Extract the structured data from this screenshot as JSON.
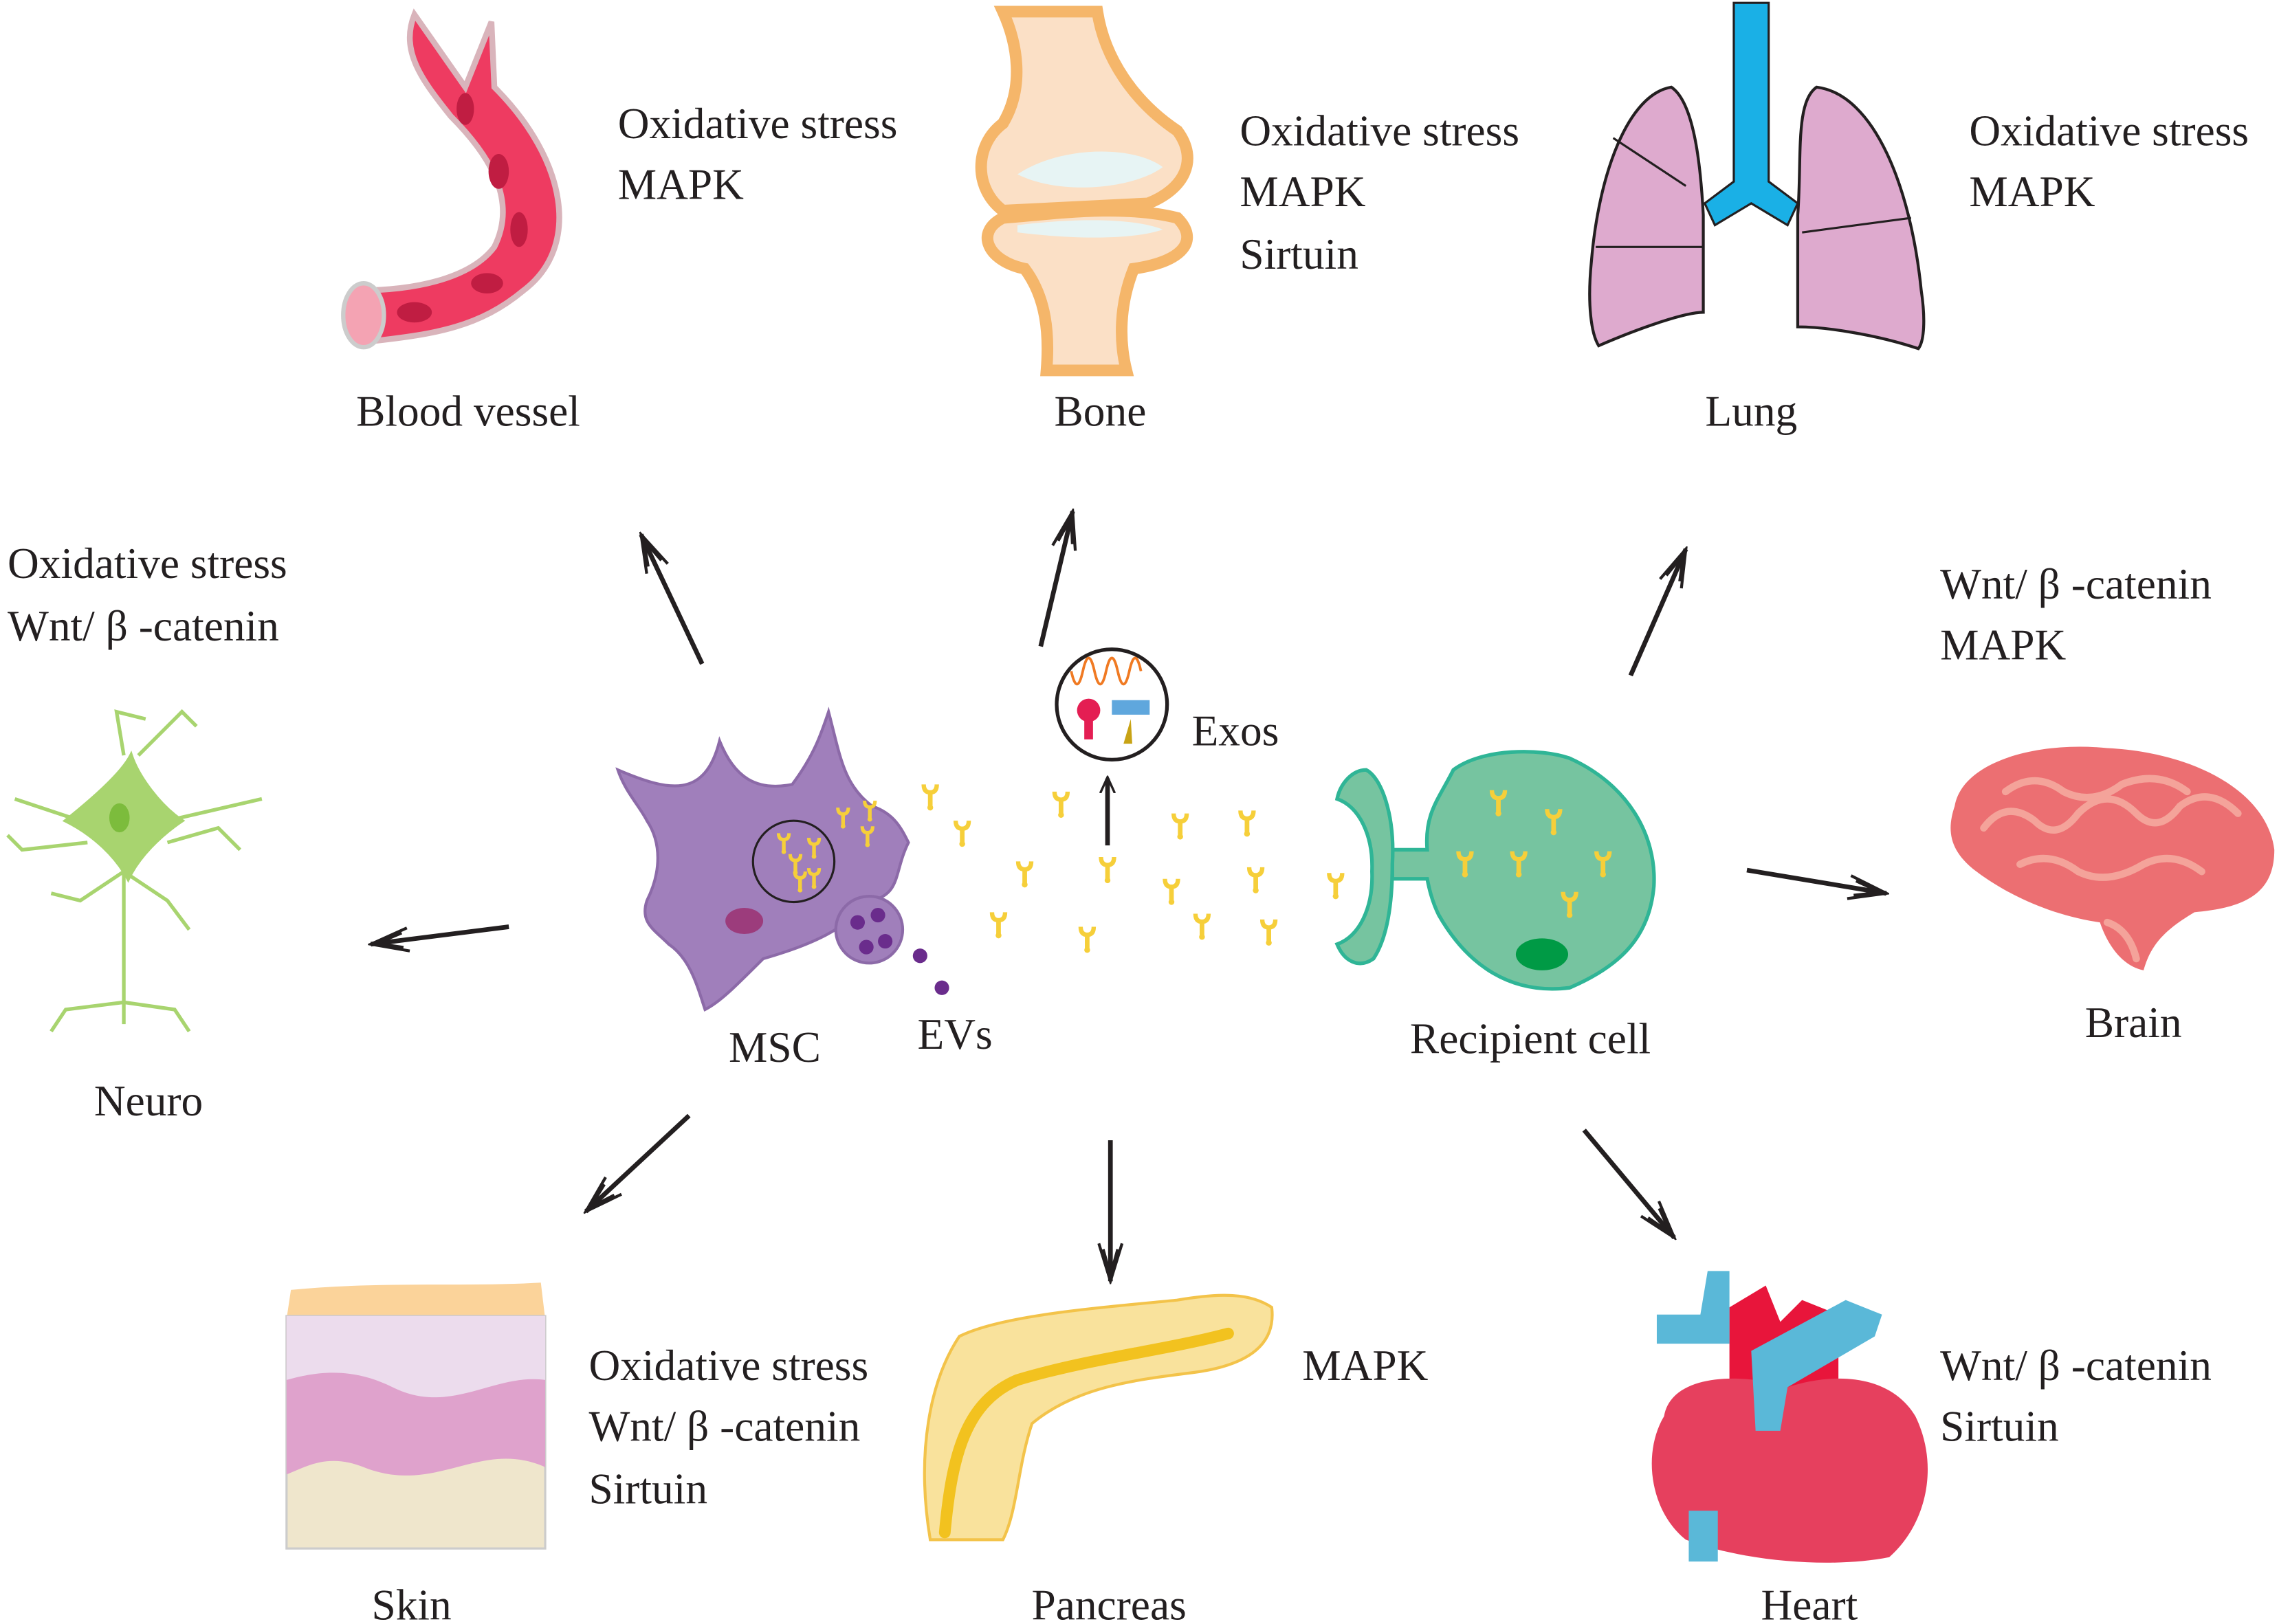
{
  "title": "MSC-derived EVs signaling pathways in target organs",
  "center": {
    "msc_label": "MSC",
    "evs_label": "EVs",
    "exos_label": "Exos",
    "recipient_label": "Recipient cell"
  },
  "organs": {
    "blood_vessel": {
      "label": "Blood vessel",
      "pathways": [
        "Oxidative stress",
        "MAPK"
      ]
    },
    "bone": {
      "label": "Bone",
      "pathways": [
        "Oxidative stress",
        "MAPK",
        "Sirtuin"
      ]
    },
    "lung": {
      "label": "Lung",
      "pathways": [
        "Oxidative stress",
        "MAPK"
      ]
    },
    "neuro": {
      "label": "Neuro",
      "pathways": [
        "Oxidative stress",
        "Wnt/ β -catenin"
      ]
    },
    "brain": {
      "label": "Brain",
      "pathways": [
        "Wnt/ β -catenin",
        "MAPK"
      ]
    },
    "skin": {
      "label": "Skin",
      "pathways": [
        "Oxidative stress",
        "Wnt/ β -catenin",
        "Sirtuin"
      ]
    },
    "pancreas": {
      "label": "Pancreas",
      "pathways": [
        "MAPK"
      ]
    },
    "heart": {
      "label": "Heart",
      "pathways": [
        "Wnt/ β -catenin",
        "Sirtuin"
      ]
    }
  },
  "colors": {
    "msc": "#a07fbb",
    "recipient": "#76c4a0",
    "ev_marker": "#f6cf3a",
    "vessel": "#e8395a",
    "bone": "#f5b66a",
    "lung": "#deaace",
    "trachea": "#1ab0e6",
    "neuron": "#a8d46f",
    "brain": "#ec6f72",
    "heart": "#e6405e",
    "pancreas": "#f9e29c"
  }
}
